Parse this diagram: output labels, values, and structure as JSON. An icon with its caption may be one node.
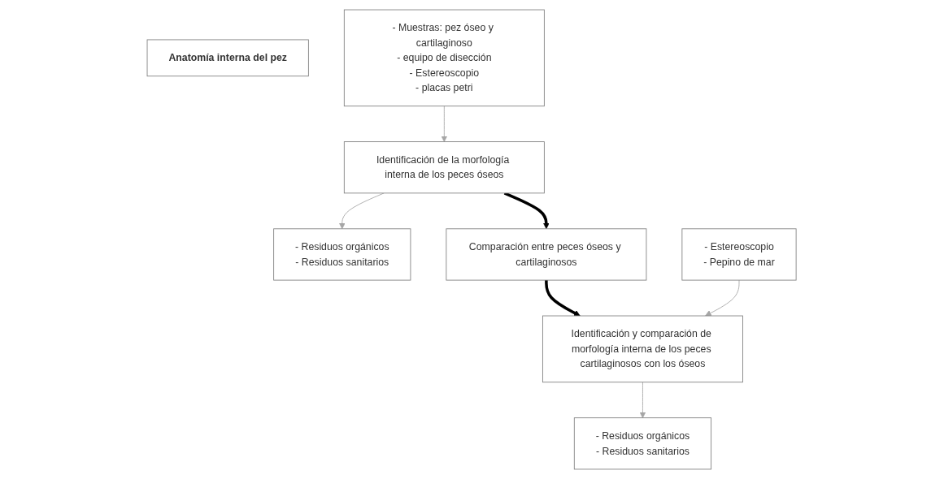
{
  "diagram": {
    "nodes": [
      {
        "text": [
          "Anatomía interna del pez"
        ]
      },
      {
        "text": [
          "- Muestras: pez óseo y cartilaginoso",
          "- equipo de disección",
          "- Estereoscopio",
          "- placas petri"
        ]
      },
      {
        "text": [
          "Identificación de la morfología interna de los peces óseos"
        ]
      },
      {
        "text": [
          "- Residuos orgánicos",
          "- Residuos sanitarios"
        ]
      },
      {
        "text": [
          "Comparación entre peces óseos y cartilaginosos"
        ]
      },
      {
        "text": [
          "- Estereoscopio",
          "- Pepino de mar"
        ]
      },
      {
        "text": [
          "Identificación y comparación de morfología interna de los peces cartilaginosos con los óseos"
        ]
      },
      {
        "text": [
          "- Residuos orgánicos",
          "- Residuos sanitarios"
        ]
      }
    ],
    "edges": [
      {
        "from": 1,
        "to": 2,
        "arrow": "to"
      },
      {
        "from": 2,
        "to": 3,
        "arrow": "to"
      },
      {
        "from": 2,
        "to": 4,
        "arrow": "to",
        "style": "thick",
        "color": "#000000"
      },
      {
        "from": 4,
        "to": 6,
        "arrow": "to",
        "style": "thick",
        "color": "#000000"
      },
      {
        "from": 5,
        "to": 6,
        "arrow": "to"
      },
      {
        "from": 6,
        "to": 7,
        "arrow": "to"
      }
    ]
  }
}
